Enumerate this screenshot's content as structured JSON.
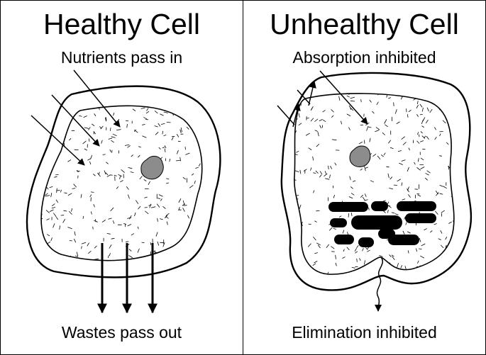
{
  "healthy": {
    "title": "Healthy Cell",
    "top_caption": "Nutrients pass in",
    "bottom_caption": "Wastes pass out"
  },
  "unhealthy": {
    "title": "Unhealthy Cell",
    "top_caption": "Absorption inhibited",
    "bottom_caption": "Elimination inhibited"
  },
  "colors": {
    "ink": "#000000",
    "nucleus": "#8c8c8c",
    "background": "#ffffff"
  }
}
